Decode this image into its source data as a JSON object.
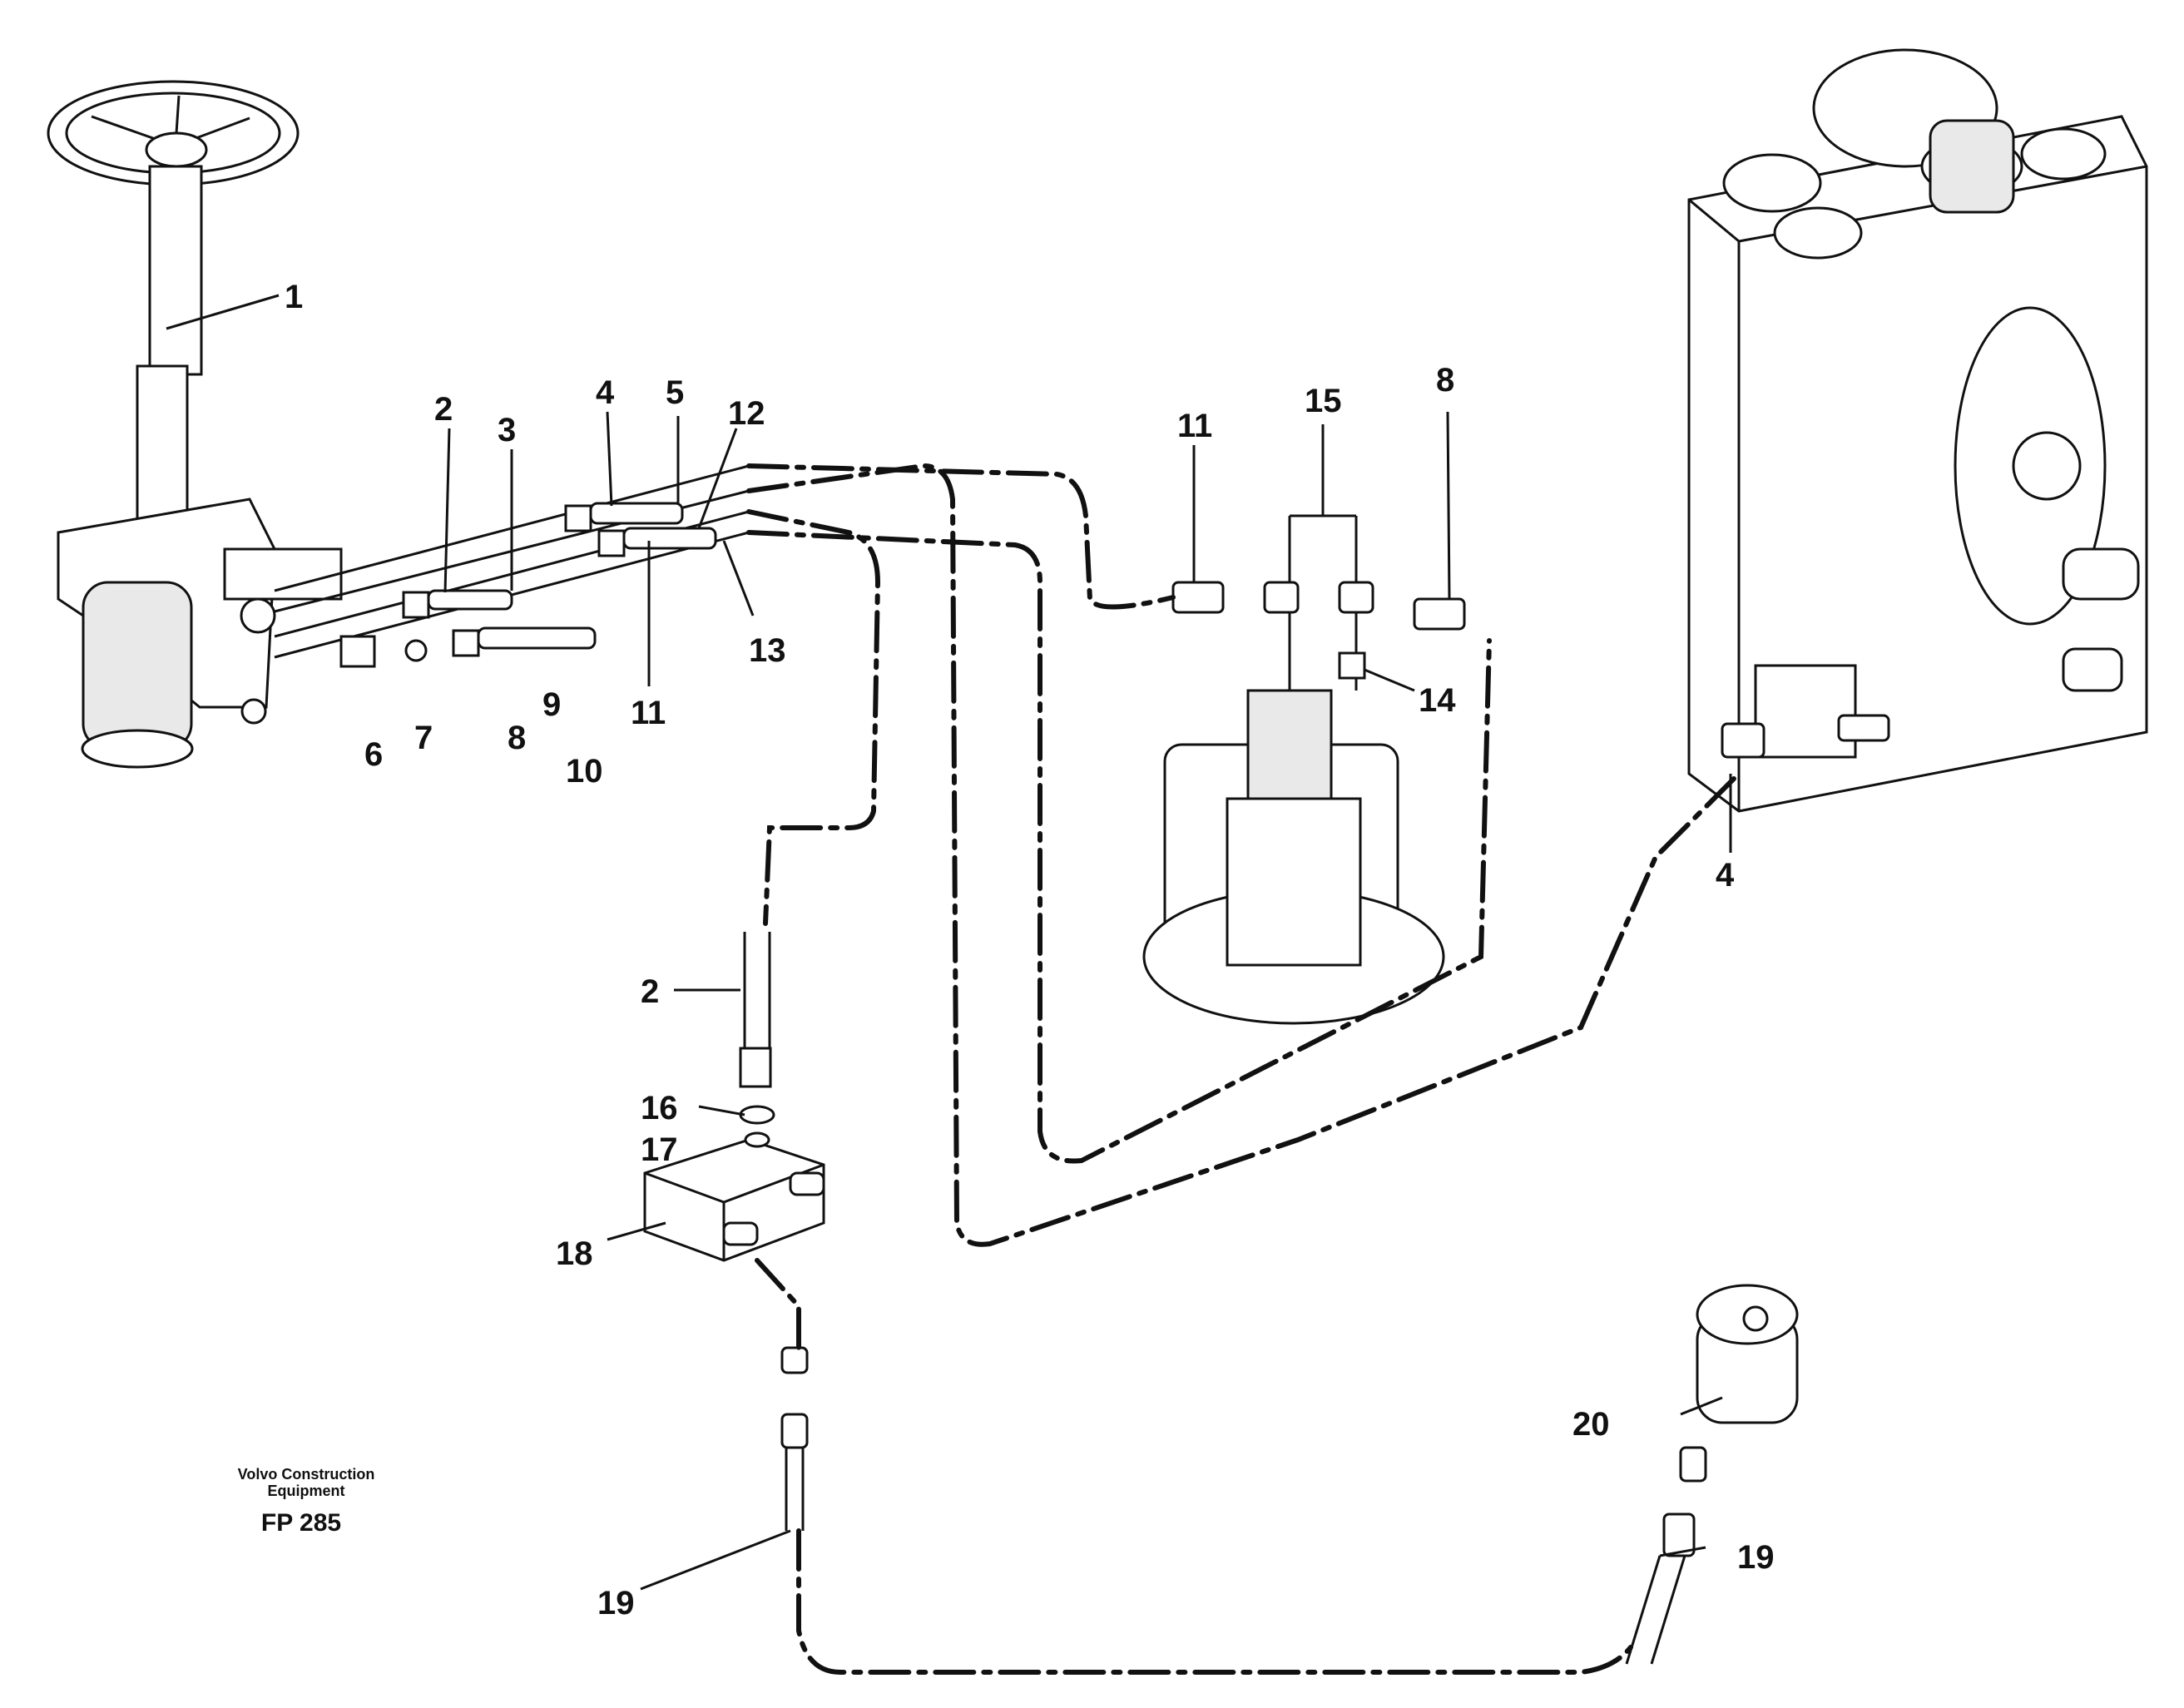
{
  "caption": {
    "company_line1": "Volvo Construction",
    "company_line2": "Equipment",
    "figure_code": "FP 285"
  },
  "callouts": {
    "c1": "1",
    "c2a": "2",
    "c3": "3",
    "c4a": "4",
    "c5": "5",
    "c12": "12",
    "c13": "13",
    "c6": "6",
    "c7": "7",
    "c8a": "8",
    "c9": "9",
    "c10": "10",
    "c11a": "11",
    "c11b": "11",
    "c15": "15",
    "c8b": "8",
    "c14": "14",
    "c4b": "4",
    "c2b": "2",
    "c16": "16",
    "c17": "17",
    "c18": "18",
    "c19a": "19",
    "c19b": "19",
    "c20": "20"
  }
}
